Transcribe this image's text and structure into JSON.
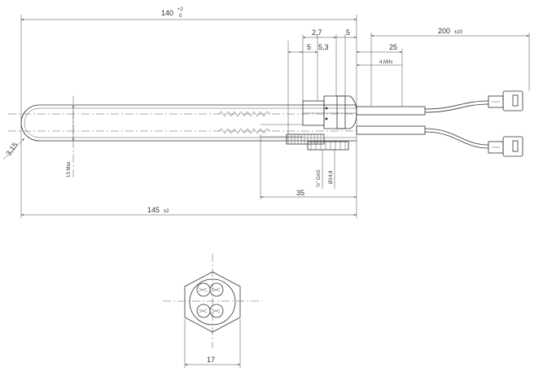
{
  "dimensions": {
    "overall_length": "140",
    "overall_length_tol_upper": "+2",
    "overall_length_tol_lower": "0",
    "dim_2_7": "2,7",
    "dim_5_top": "5",
    "cable_length": "200",
    "cable_length_tol": "±20",
    "dim_25": "25",
    "dim_5_mid": "5",
    "dim_5_3": "5,3",
    "min_label": "4 MIN",
    "radius": "3,15",
    "max_dia": "13 Max",
    "thread": "½\" GAS",
    "bore_dia": "Ø14,8",
    "dim_35": "35",
    "total_length": "145",
    "total_length_tol": "±2",
    "hex_width": "17"
  }
}
